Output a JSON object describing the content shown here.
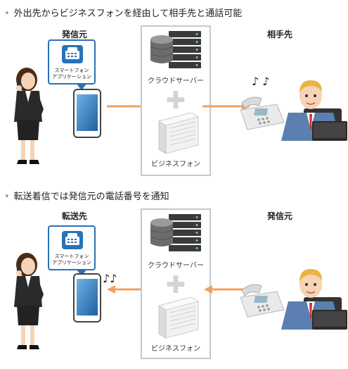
{
  "section1": {
    "bullet": "外出先からビジネスフォンを経由して相手先と通話可能",
    "left_label": "発信元",
    "right_label": "相手先",
    "app_caption_line1": "スマートフォン",
    "app_caption_line2": "アプリケーション",
    "cloud_label": "クラウドサーバー",
    "bizphone_label": "ビジネスフォン",
    "music_note": "♪ ♪"
  },
  "section2": {
    "bullet": "転送着信では発信元の電話番号を通知",
    "left_label": "転送先",
    "right_label": "発信元",
    "app_caption_line1": "スマートフォン",
    "app_caption_line2": "アプリケーション",
    "cloud_label": "クラウドサーバー",
    "bizphone_label": "ビジネスフォン",
    "music_note": "♪♪"
  },
  "colors": {
    "arrow": "#f0a060",
    "callout_border": "#2a72b8",
    "box_border": "#c8c8c8",
    "phone_screen": "#2d7cc0"
  }
}
